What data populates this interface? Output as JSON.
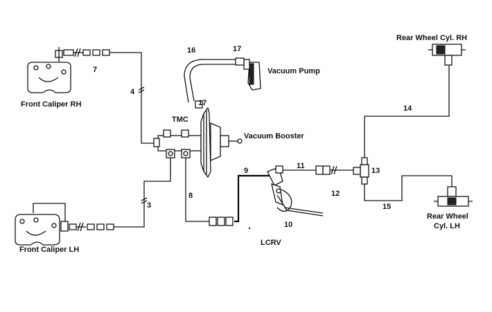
{
  "components": {
    "front_caliper_rh": "Front Caliper RH",
    "front_caliper_lh": "Front Caliper LH",
    "tmc": "TMC",
    "vacuum_booster": "Vacuum Booster",
    "vacuum_pump": "Vacuum Pump",
    "lcrv": "LCRV",
    "rear_wheel_rh": "Rear Wheel Cyl. RH",
    "rear_wheel_lh_line1": "Rear Wheel",
    "rear_wheel_lh_line2": "Cyl. LH"
  },
  "part_numbers": {
    "p3": "3",
    "p4": "4",
    "p7": "7",
    "p8": "8",
    "p9": "9",
    "p10": "10",
    "p11": "11",
    "p12": "12",
    "p13": "13",
    "p14": "14",
    "p15": "15",
    "p16": "16",
    "p17a": "17",
    "p17b": "17"
  }
}
